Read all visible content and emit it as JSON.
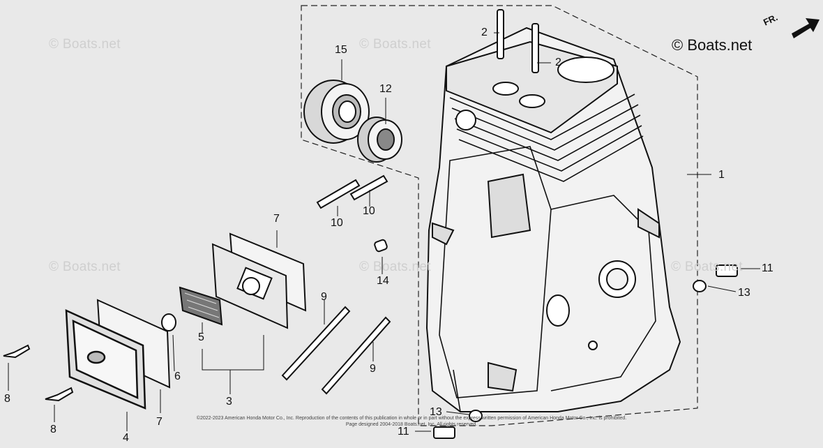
{
  "brand": "© Boats.net",
  "watermark": "© Boats.net",
  "direction_label": "FR.",
  "copyright_line1": "©2022-2023 American Honda Motor Co., Inc. Reproduction of the contents of this publication in whole or in part without the express written permission of American Honda Motor Co., Inc. is prohibited.",
  "copyright_line2": "Page designed 2004-2018 Boats.net, Inc. All rights reserved.",
  "callouts": {
    "c1": "1",
    "c2a": "2",
    "c2b": "2",
    "c3": "3",
    "c4": "4",
    "c5": "5",
    "c6": "6",
    "c7a": "7",
    "c7b": "7",
    "c8a": "8",
    "c8b": "8",
    "c9a": "9",
    "c9b": "9",
    "c10a": "10",
    "c10b": "10",
    "c11a": "11",
    "c11b": "11",
    "c12": "12",
    "c13a": "13",
    "c13b": "13",
    "c14": "14",
    "c15": "15"
  }
}
